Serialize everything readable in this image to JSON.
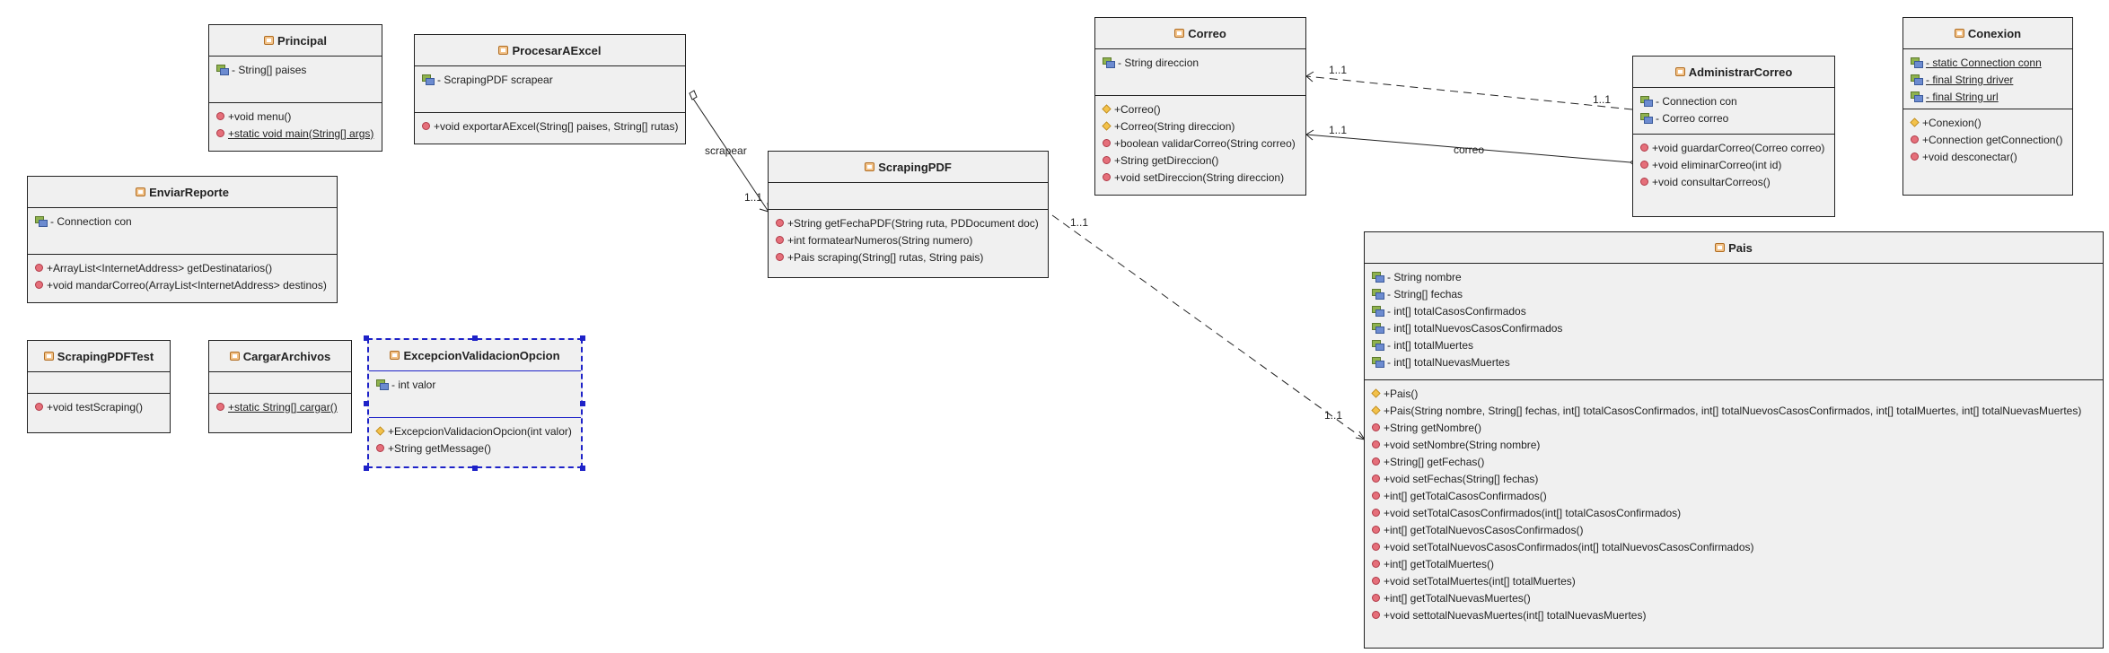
{
  "classes": {
    "principal": {
      "name": "Principal",
      "attributes": [
        {
          "icon": "field",
          "text": "- String[] paises"
        }
      ],
      "methods": [
        {
          "icon": "method",
          "text": "+void menu()"
        },
        {
          "icon": "method",
          "text": "+static void main(String[] args)",
          "static": true
        }
      ]
    },
    "procesar": {
      "name": "ProcesarAExcel",
      "attributes": [
        {
          "icon": "field",
          "text": "- ScrapingPDF scrapear"
        }
      ],
      "methods": [
        {
          "icon": "method",
          "text": "+void exportarAExcel(String[] paises, String[] rutas)"
        }
      ]
    },
    "enviar": {
      "name": "EnviarReporte",
      "attributes": [
        {
          "icon": "field",
          "text": "- Connection con"
        }
      ],
      "methods": [
        {
          "icon": "method",
          "text": "+ArrayList<InternetAddress> getDestinatarios()"
        },
        {
          "icon": "method",
          "text": "+void mandarCorreo(ArrayList<InternetAddress> destinos)"
        }
      ]
    },
    "scrapingtest": {
      "name": "ScrapingPDFTest",
      "methods": [
        {
          "icon": "method",
          "text": "+void testScraping()"
        }
      ]
    },
    "cargar": {
      "name": "CargarArchivos",
      "methods": [
        {
          "icon": "method",
          "text": "+static String[] cargar()",
          "static": true
        }
      ]
    },
    "excepcion": {
      "name": "ExcepcionValidacionOpcion",
      "attributes": [
        {
          "icon": "field",
          "text": "- int valor"
        }
      ],
      "methods": [
        {
          "icon": "constructor",
          "text": "+ExcepcionValidacionOpcion(int valor)"
        },
        {
          "icon": "method",
          "text": "+String getMessage()"
        }
      ]
    },
    "scraping": {
      "name": "ScrapingPDF",
      "attributes": [],
      "methods": [
        {
          "icon": "method",
          "text": "+String getFechaPDF(String ruta, PDDocument doc)"
        },
        {
          "icon": "method",
          "text": "+int formatearNumeros(String numero)"
        },
        {
          "icon": "method",
          "text": "+Pais scraping(String[] rutas, String pais)"
        }
      ]
    },
    "correo": {
      "name": "Correo",
      "attributes": [
        {
          "icon": "field",
          "text": "- String direccion"
        }
      ],
      "methods": [
        {
          "icon": "constructor",
          "text": "+Correo()"
        },
        {
          "icon": "constructor",
          "text": "+Correo(String direccion)"
        },
        {
          "icon": "method",
          "text": "+boolean validarCorreo(String correo)"
        },
        {
          "icon": "method",
          "text": "+String getDireccion()"
        },
        {
          "icon": "method",
          "text": "+void setDireccion(String direccion)"
        }
      ]
    },
    "admin": {
      "name": "AdministrarCorreo",
      "attributes": [
        {
          "icon": "field",
          "text": "- Connection con"
        },
        {
          "icon": "field",
          "text": "- Correo correo"
        }
      ],
      "methods": [
        {
          "icon": "method",
          "text": "+void guardarCorreo(Correo correo)"
        },
        {
          "icon": "method",
          "text": "+void eliminarCorreo(int id)"
        },
        {
          "icon": "method",
          "text": "+void consultarCorreos()"
        }
      ]
    },
    "conexion": {
      "name": "Conexion",
      "attributes": [
        {
          "icon": "field",
          "text": "- static Connection conn",
          "static": true
        },
        {
          "icon": "field",
          "text": "- final String driver",
          "static": true
        },
        {
          "icon": "field",
          "text": "- final String url",
          "static": true
        }
      ],
      "methods": [
        {
          "icon": "constructor",
          "text": "+Conexion()"
        },
        {
          "icon": "method",
          "text": "+Connection getConnection()"
        },
        {
          "icon": "method",
          "text": "+void desconectar()"
        }
      ]
    },
    "pais": {
      "name": "Pais",
      "attributes": [
        {
          "icon": "field",
          "text": "- String nombre"
        },
        {
          "icon": "field",
          "text": "- String[] fechas"
        },
        {
          "icon": "field",
          "text": "- int[] totalCasosConfirmados"
        },
        {
          "icon": "field",
          "text": "- int[] totalNuevosCasosConfirmados"
        },
        {
          "icon": "field",
          "text": "- int[] totalMuertes"
        },
        {
          "icon": "field",
          "text": "- int[] totalNuevasMuertes"
        }
      ],
      "methods": [
        {
          "icon": "constructor",
          "text": "+Pais()"
        },
        {
          "icon": "constructor",
          "text": "+Pais(String nombre, String[] fechas, int[] totalCasosConfirmados, int[] totalNuevosCasosConfirmados, int[] totalMuertes, int[] totalNuevasMuertes)"
        },
        {
          "icon": "method",
          "text": "+String getNombre()"
        },
        {
          "icon": "method",
          "text": "+void setNombre(String nombre)"
        },
        {
          "icon": "method",
          "text": "+String[] getFechas()"
        },
        {
          "icon": "method",
          "text": "+void setFechas(String[] fechas)"
        },
        {
          "icon": "method",
          "text": "+int[] getTotalCasosConfirmados()"
        },
        {
          "icon": "method",
          "text": "+void setTotalCasosConfirmados(int[] totalCasosConfirmados)"
        },
        {
          "icon": "method",
          "text": "+int[] getTotalNuevosCasosConfirmados()"
        },
        {
          "icon": "method",
          "text": "+void setTotalNuevosCasosConfirmados(int[] totalNuevosCasosConfirmados)"
        },
        {
          "icon": "method",
          "text": "+int[] getTotalMuertes()"
        },
        {
          "icon": "method",
          "text": "+void setTotalMuertes(int[] totalMuertes)"
        },
        {
          "icon": "method",
          "text": "+int[] getTotalNuevasMuertes()"
        },
        {
          "icon": "method",
          "text": "+void settotalNuevasMuertes(int[] totalNuevasMuertes)"
        }
      ]
    }
  },
  "relations": {
    "scrapear_label": "scrapear",
    "scrapear_mult": "1..1",
    "pais_mult_source": "1..1",
    "pais_mult_target": "1..1",
    "correo_dep_mult_target": "1..1",
    "correo_dep_mult_source": "1..1",
    "correo_assoc_mult": "1..1",
    "correo_assoc_label": "correo"
  },
  "colors": {
    "selection": "#1e22c8",
    "box_fill": "#f0f0f0",
    "border": "#222222"
  }
}
